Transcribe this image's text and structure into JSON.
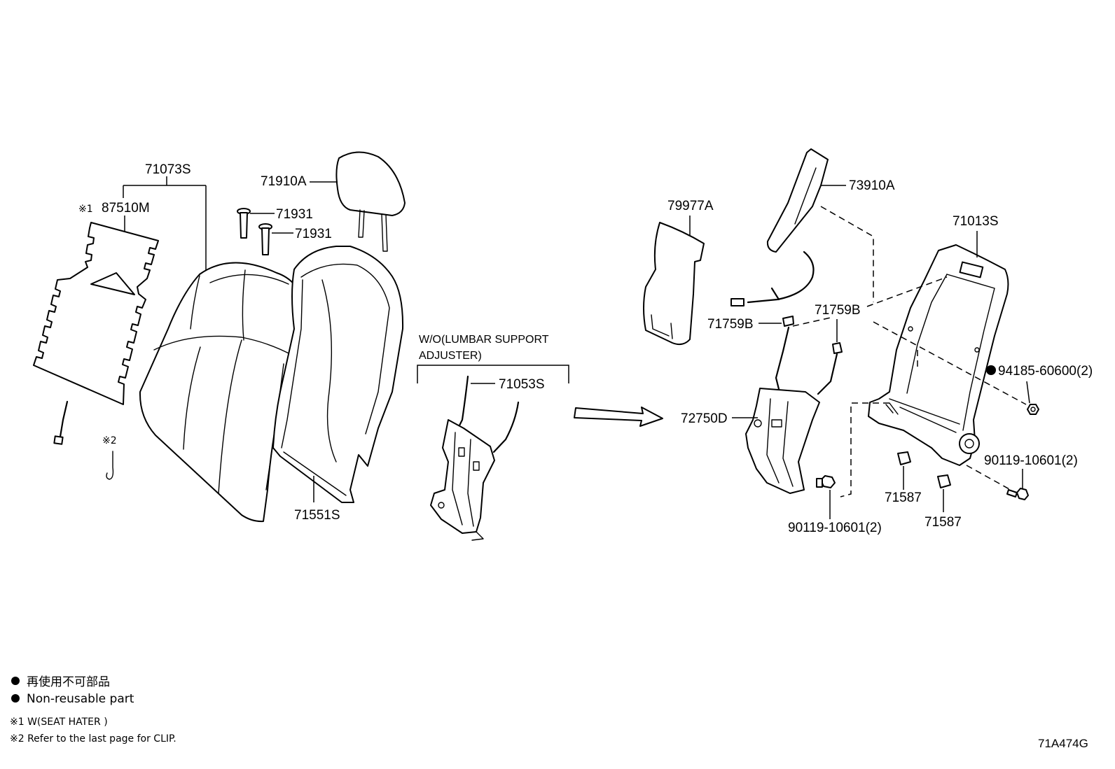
{
  "callouts": {
    "seatback_cover": "71073S",
    "heater_mark": "※1",
    "heater": "87510M",
    "headrest": "71910A",
    "headrest_guide_1": "71931",
    "headrest_guide_2": "71931",
    "seatback_board": "71551S",
    "clip_mark": "※2",
    "lumbar_note_line1": "W/O(LUMBAR SUPPORT",
    "lumbar_note_line2": "ADJUSTER)",
    "lumbar_spring": "71053S",
    "pad": "79977A",
    "airbag": "73910A",
    "frame": "71013S",
    "clip_upper": "71759B",
    "clip_lower": "71759B",
    "spring_assy": "72750D",
    "nut": "94185-60600(2)",
    "bolt_right": "90119-10601(2)",
    "nut_71587_a": "71587",
    "nut_71587_b": "71587",
    "bolt_bottom": "90119-10601(2)"
  },
  "legend": {
    "nonreusable_jp": "再使用不可部品",
    "nonreusable_en": "Non-reusable part",
    "note1": "※1 W(SEAT HATER )",
    "note2": "※2 Refer to the last page for CLIP."
  },
  "figure_code": "71A474G",
  "colors": {
    "line": "#000000",
    "background": "#ffffff"
  },
  "icons": {
    "non_reusable": "filled-circle"
  }
}
